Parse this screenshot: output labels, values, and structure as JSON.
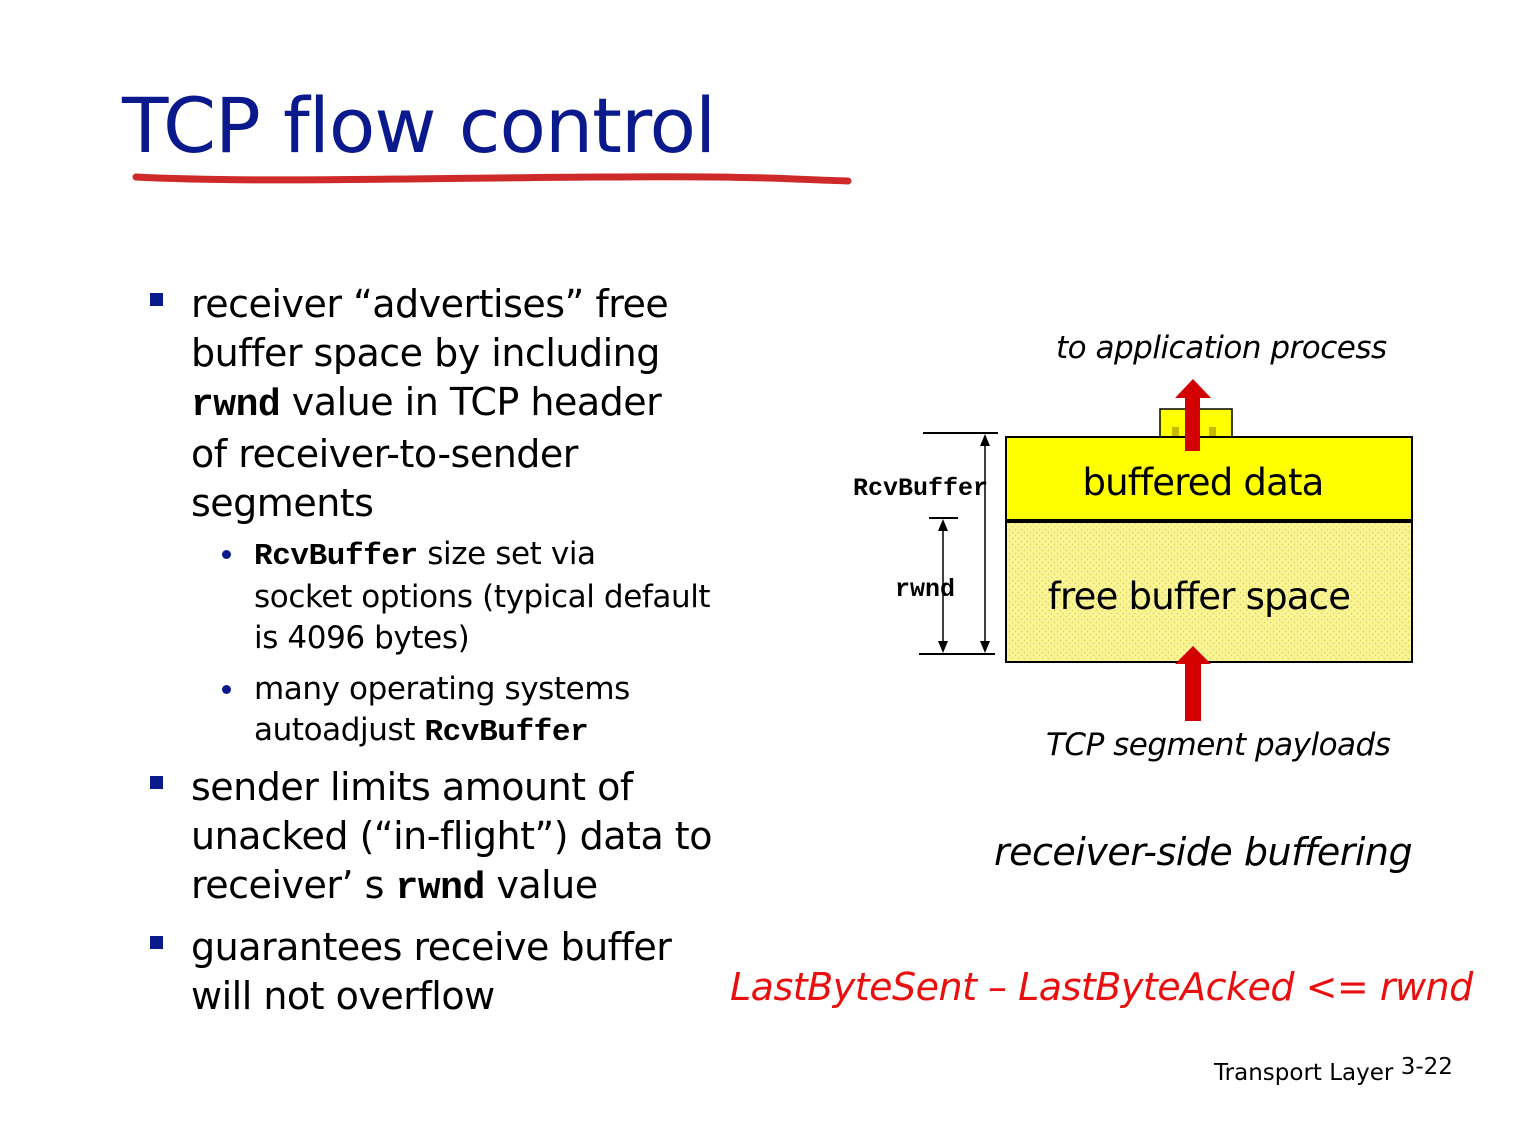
{
  "slide": {
    "title": "TCP flow control",
    "footer": {
      "section": "Transport Layer",
      "page": "3-22"
    }
  },
  "bullets": {
    "b1": {
      "t1": "receiver “advertises” free",
      "t2": "buffer space by including",
      "t3_code": "rwnd",
      "t3_rest": " value in TCP header",
      "t4": "of receiver-to-sender",
      "t5": "segments"
    },
    "s1": {
      "code": "RcvBuffer",
      "t1": " size set via",
      "t2": "socket options (typical default",
      "t3": "is 4096 bytes)"
    },
    "s2": {
      "t1": "many operating systems",
      "t2": "autoadjust ",
      "code": "RcvBuffer"
    },
    "b2": {
      "t1": "sender limits amount of",
      "t2": "unacked (“in-flight”) data to",
      "t3": "receiver’ s ",
      "code": "rwnd",
      "t3_end": "  value"
    },
    "b3": {
      "t1": "guarantees receive buffer",
      "t2": "will not overflow"
    }
  },
  "diagram": {
    "to_app": "to application process",
    "rcvbuffer_label": "RcvBuffer",
    "rwnd_label": "rwnd",
    "buffered": "buffered data",
    "free": "free buffer space",
    "payloads": "TCP segment payloads",
    "caption": "receiver-side buffering",
    "equation": "LastByteSent – LastByteAcked <= rwnd",
    "colors": {
      "buffer_fill": "#ffff00",
      "free_fill": "#fbf59a",
      "arrow": "#d20000",
      "accent": "#e8100e",
      "title": "#0a1a8c"
    }
  }
}
